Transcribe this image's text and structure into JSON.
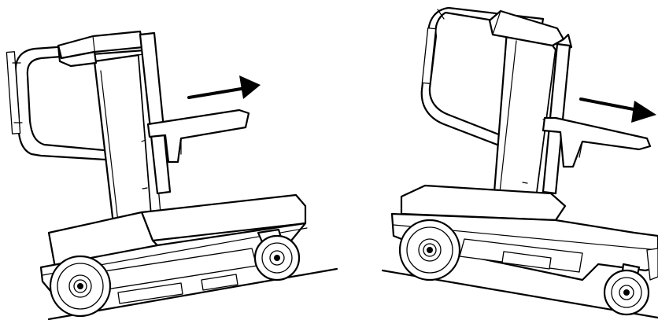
{
  "figure": {
    "panels": [
      {
        "name": "platform-lift-on-upward-slope",
        "slope": "up",
        "motion": "forward"
      },
      {
        "name": "platform-lift-on-downward-slope",
        "slope": "down",
        "motion": "forward"
      }
    ],
    "colors": {
      "line": "#000000",
      "background": "#ffffff"
    },
    "icons": [
      "arrow-right-icon",
      "arrow-right-down-icon"
    ]
  }
}
